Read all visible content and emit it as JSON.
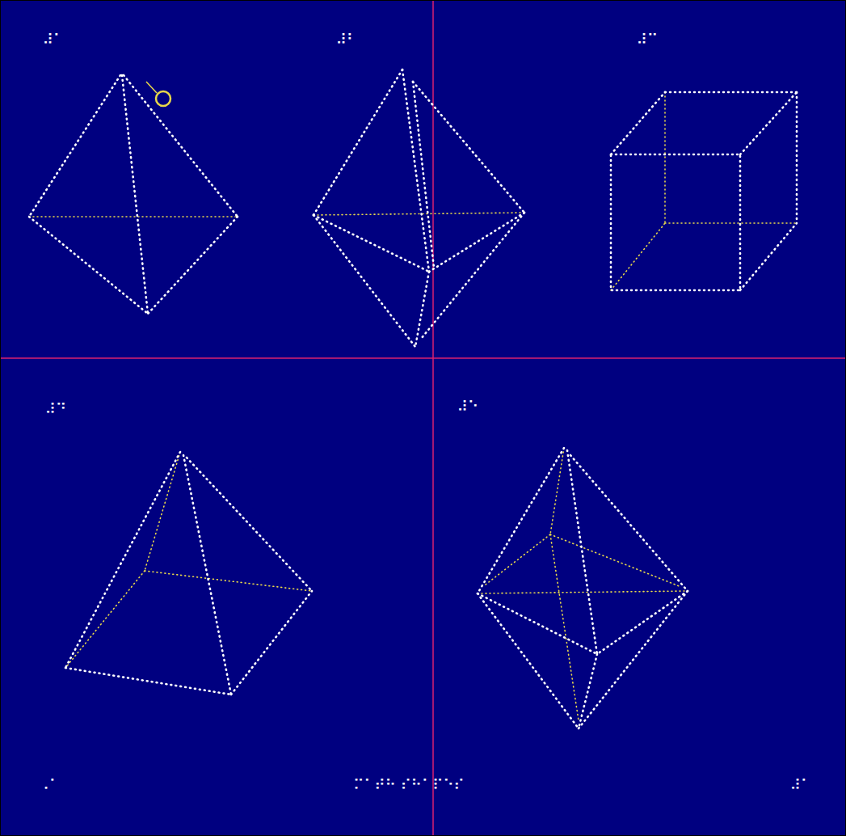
{
  "diagram": {
    "labels": [
      "⠼⠁",
      "⠼⠃",
      "⠼⠉",
      "⠼⠙",
      "⠼⠑",
      "⠠⠁",
      "⠍⠁⠞⠓ ⠎⠓⠁⠏⠑⠎",
      "⠼⠁"
    ]
  }
}
